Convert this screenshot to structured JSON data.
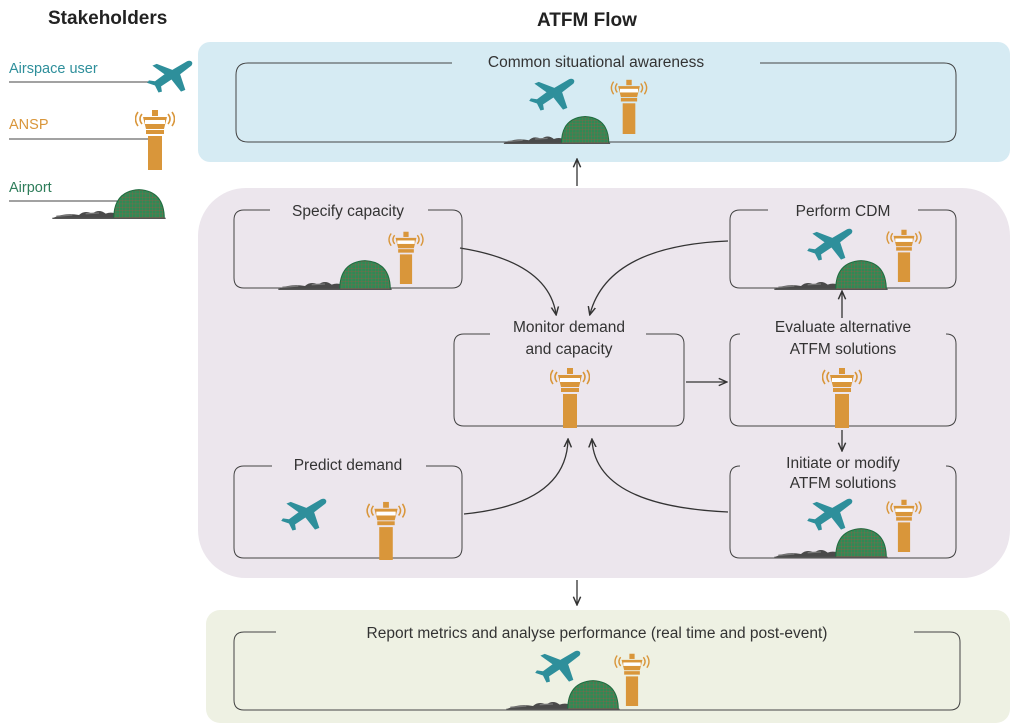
{
  "headings": {
    "stakeholders": "Stakeholders",
    "flow": "ATFM Flow"
  },
  "legend": {
    "airspace_user": "Airspace user",
    "ansp": "ANSP",
    "airport": "Airport"
  },
  "colors": {
    "airspace_user": "#2e8f9b",
    "ansp": "#d9963a",
    "airport": "#2e7d5a",
    "top_band": "#d6ebf3",
    "middle_band": "#ece6ed",
    "bottom_band": "#eef1e3",
    "arrow": "#333333"
  },
  "boxes": {
    "common": "Common situational awareness",
    "specify": "Specify capacity",
    "perform": "Perform CDM",
    "monitor_l1": "Monitor demand",
    "monitor_l2": "and capacity",
    "evaluate_l1": "Evaluate alternative",
    "evaluate_l2": "ATFM solutions",
    "predict": "Predict demand",
    "initiate_l1": "Initiate or modify",
    "initiate_l2": "ATFM solutions",
    "report": "Report metrics and analyse performance (real time and post-event)"
  },
  "icons": [
    "airplane-icon",
    "control-tower-icon",
    "airport-dome-icon"
  ]
}
